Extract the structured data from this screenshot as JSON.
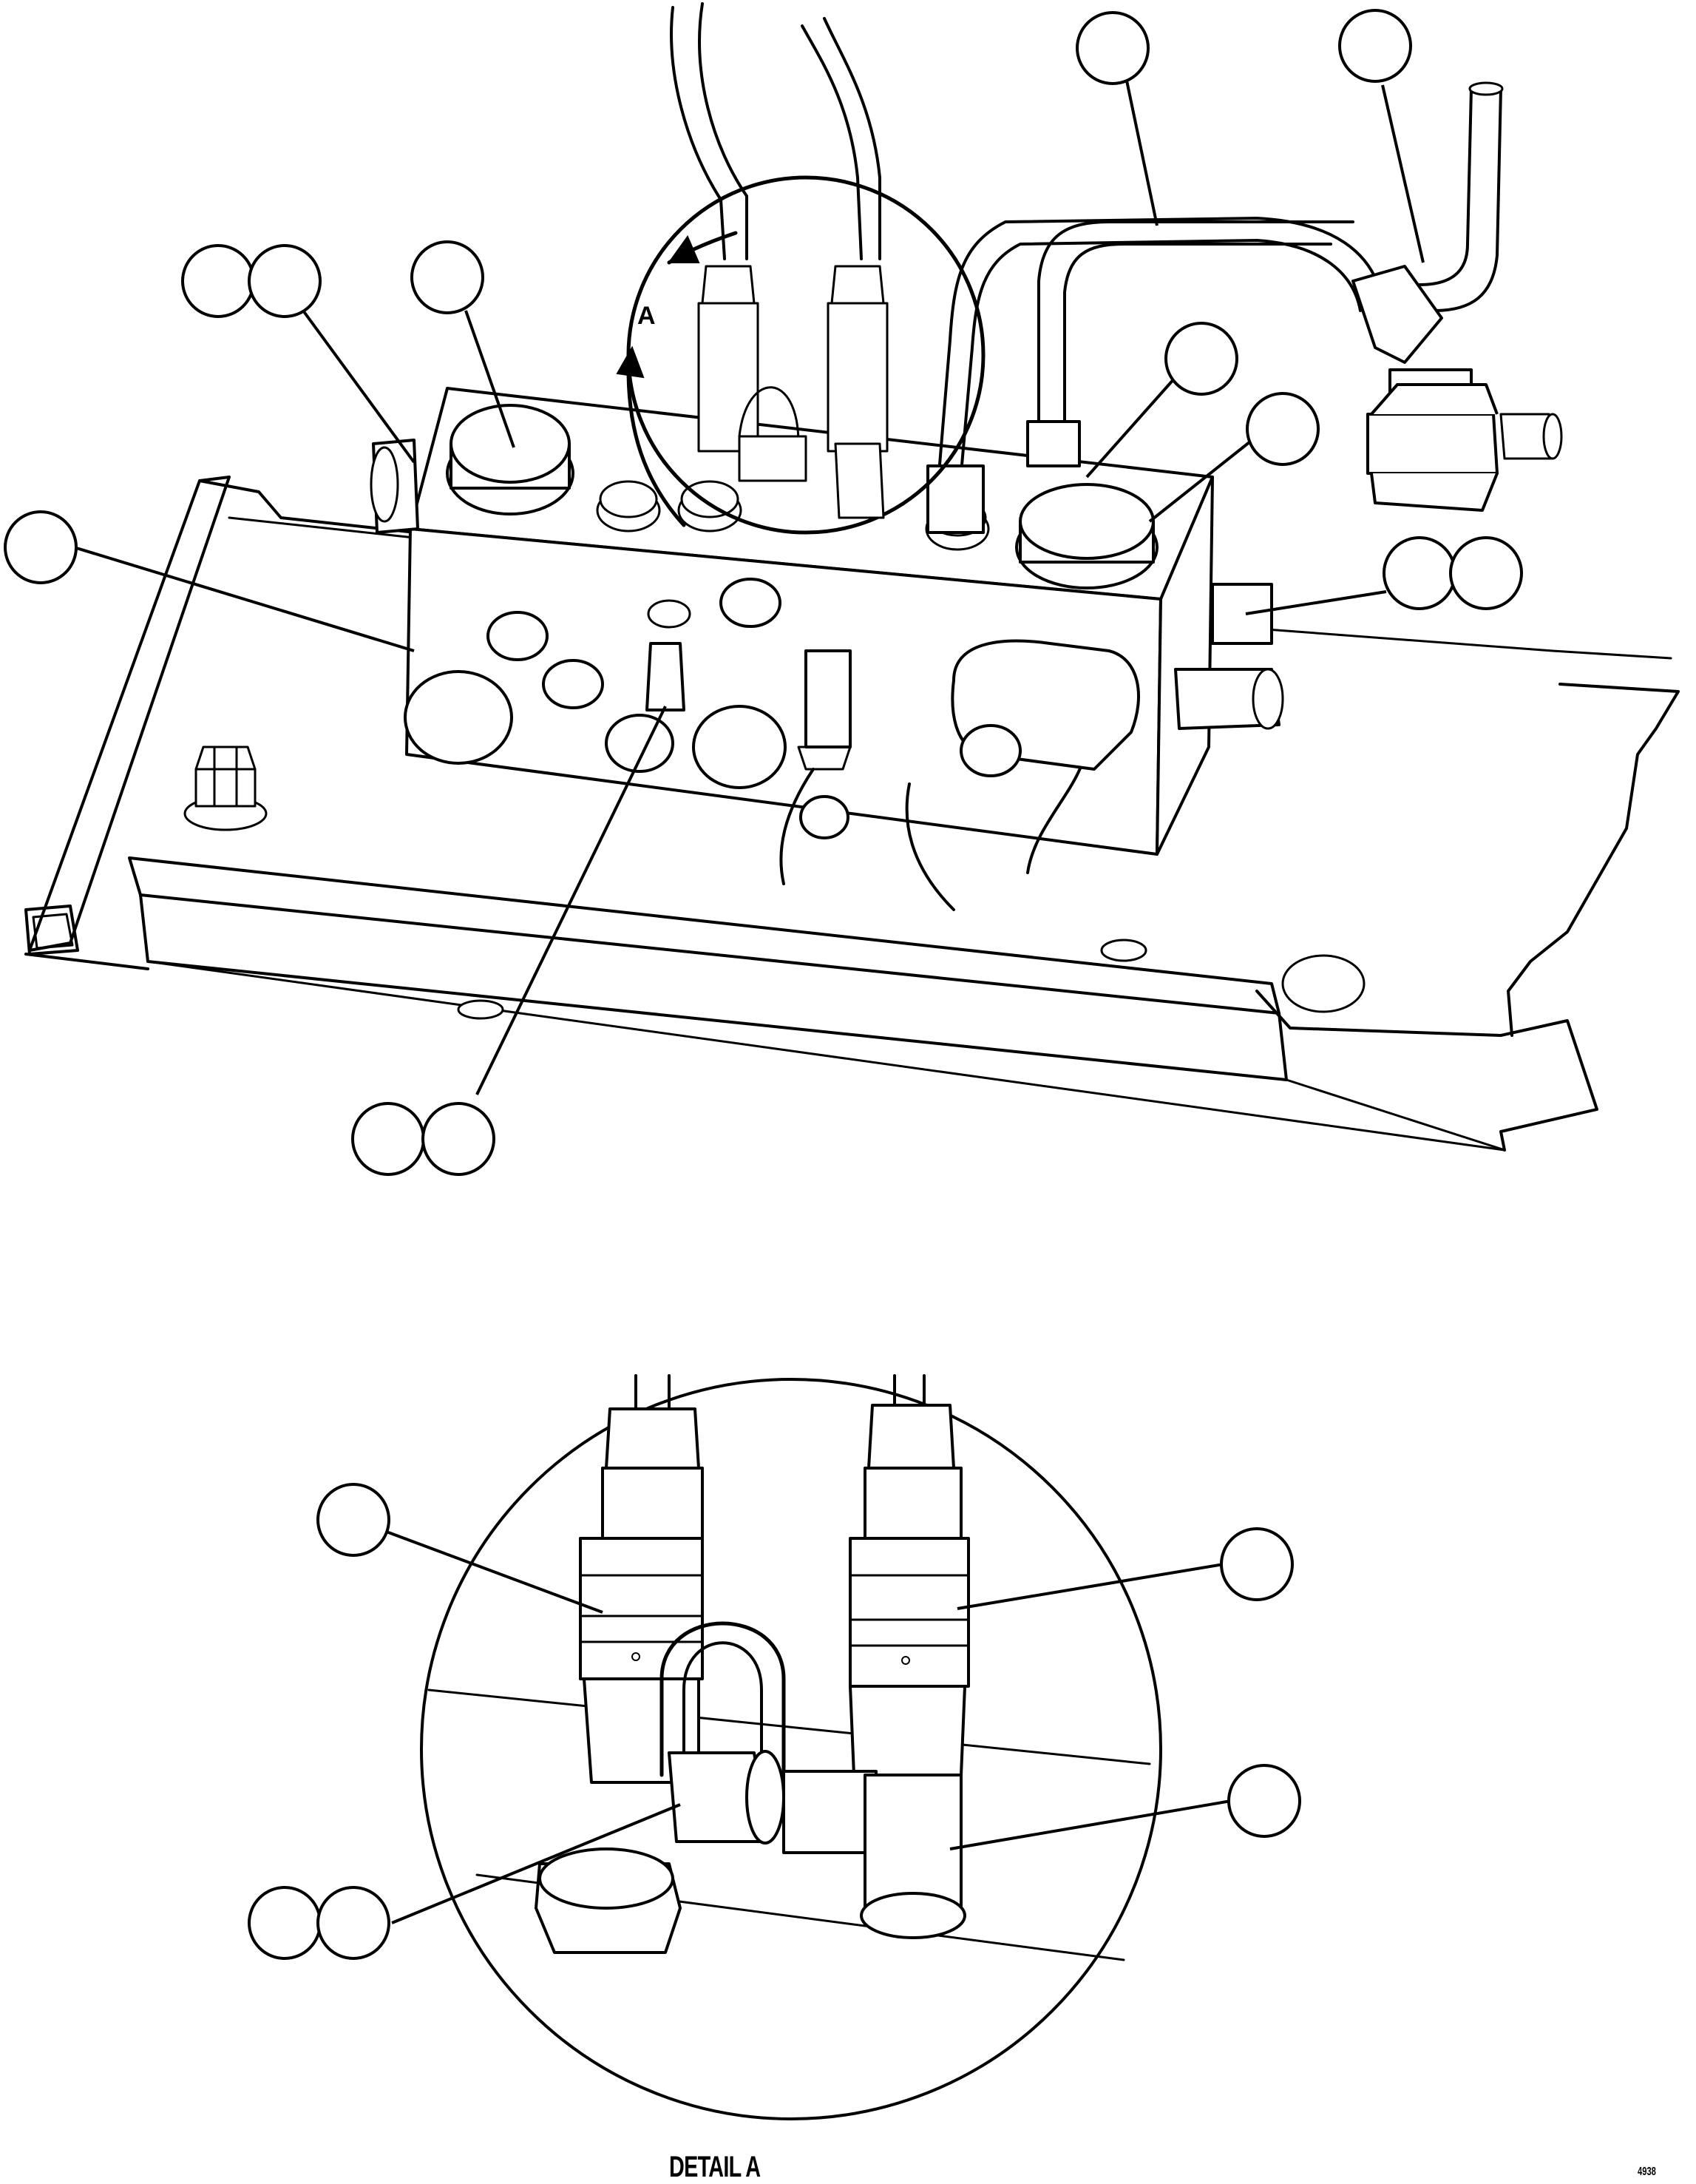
{
  "detail_marker": {
    "label": "A"
  },
  "detail_caption": "DETAIL A",
  "document_number": "4938"
}
